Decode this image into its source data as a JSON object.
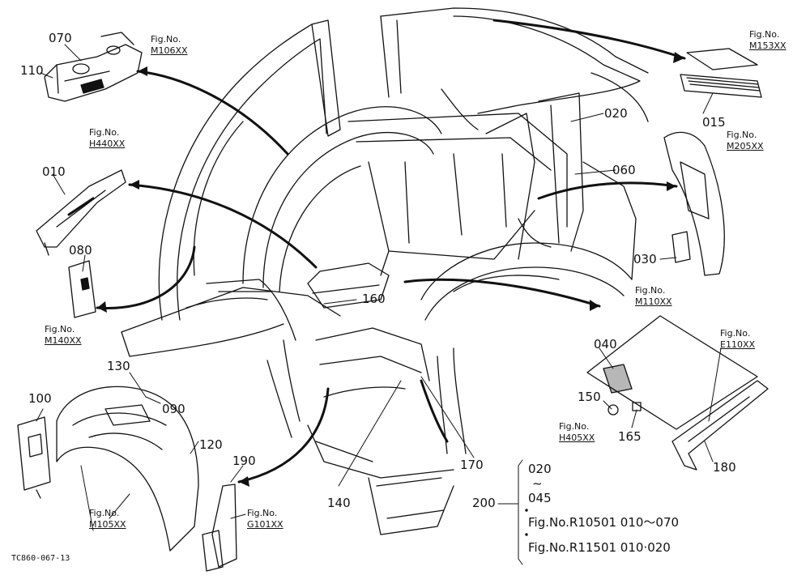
{
  "callouts": {
    "c070": "070",
    "c110": "110",
    "c010": "010",
    "c080": "080",
    "c130": "130",
    "c090": "090",
    "c100": "100",
    "c120": "120",
    "c190": "190",
    "c140": "140",
    "c160": "160",
    "c170": "170",
    "c020": "020",
    "c060": "060",
    "c015": "015",
    "c030": "030",
    "c040": "040",
    "c150": "150",
    "c165": "165",
    "c180": "180",
    "c200": "200"
  },
  "figrefs": {
    "label": "Fig.No.",
    "m106": "M106XX",
    "h440": "H440XX",
    "m140": "M140XX",
    "m105": "M105XX",
    "g101": "G101XX",
    "m153": "M153XX",
    "m205": "M205XX",
    "m110": "M110XX",
    "e110": "E110XX",
    "h405": "H405XX"
  },
  "group200": {
    "from": "020",
    "tilde": "~",
    "to": "045",
    "ref1": "Fig.No.R10501 010～070",
    "ref2": "Fig.No.R11501 010·020"
  },
  "drawing_code": "TC860-067-13"
}
